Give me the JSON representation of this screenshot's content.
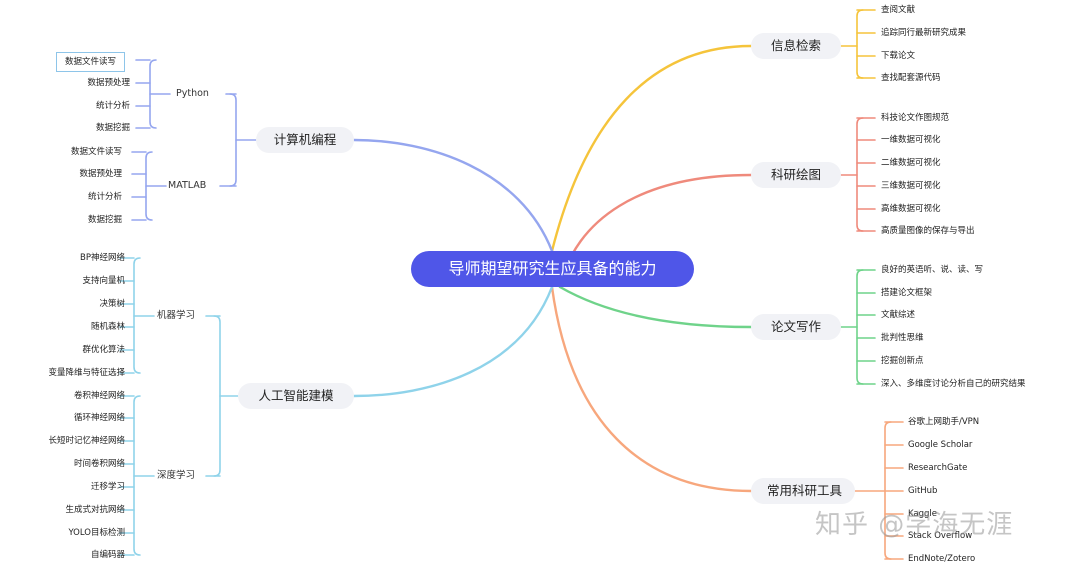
{
  "center": "导师期望研究生应具备的能力",
  "right": [
    {
      "label": "信息检索",
      "color": "#f5c43b",
      "leaves": [
        "查阅文献",
        "追踪同行最新研究成果",
        "下载论文",
        "查找配套源代码"
      ]
    },
    {
      "label": "科研绘图",
      "color": "#ef8a7c",
      "leaves": [
        "科技论文作图规范",
        "一维数据可视化",
        "二维数据可视化",
        "三维数据可视化",
        "高维数据可视化",
        "高质量图像的保存与导出"
      ]
    },
    {
      "label": "论文写作",
      "color": "#6fd38a",
      "leaves": [
        "良好的英语听、说、读、写",
        "搭建论文框架",
        "文献综述",
        "批判性思维",
        "挖掘创新点",
        "深入、多维度讨论分析自己的研究结果"
      ]
    },
    {
      "label": "常用科研工具",
      "color": "#f7a77d",
      "leaves": [
        "谷歌上网助手/VPN",
        "Google Scholar",
        "ResearchGate",
        "GitHub",
        "Kaggle",
        "Stack Overflow",
        "EndNote/Zotero"
      ]
    }
  ],
  "left": [
    {
      "label": "计算机编程",
      "color": "#95a6ef",
      "subs": [
        {
          "label": "Python",
          "leaves": [
            "数据文件读写",
            "数据预处理",
            "统计分析",
            "数据挖掘"
          ]
        },
        {
          "label": "MATLAB",
          "leaves": [
            "数据文件读写",
            "数据预处理",
            "统计分析",
            "数据挖掘"
          ]
        }
      ]
    },
    {
      "label": "人工智能建模",
      "color": "#8fd3ea",
      "subs": [
        {
          "label": "机器学习",
          "leaves": [
            "BP神经网络",
            "支持向量机",
            "决策树",
            "随机森林",
            "群优化算法",
            "变量降维与特征选择"
          ]
        },
        {
          "label": "深度学习",
          "leaves": [
            "卷积神经网络",
            "循环神经网络",
            "长短时记忆神经网络",
            "时间卷积网络",
            "迁移学习",
            "生成式对抗网络",
            "YOLO目标检测",
            "自编码器"
          ]
        }
      ]
    }
  ],
  "watermark": "知乎 @学海无涯"
}
